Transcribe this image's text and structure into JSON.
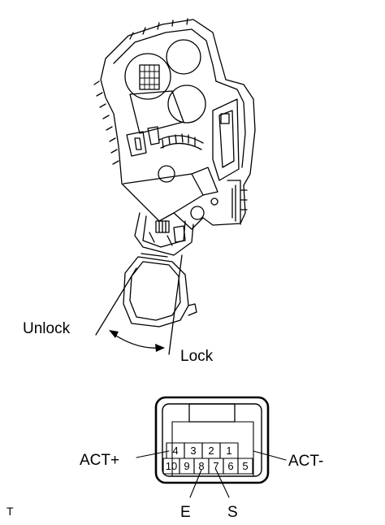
{
  "diagram": {
    "motion_labels": {
      "unlock": "Unlock",
      "lock": "Lock"
    },
    "connector": {
      "pins_top": [
        "4",
        "3",
        "2",
        "1"
      ],
      "pins_bottom": [
        "10",
        "9",
        "8",
        "7",
        "6",
        "5"
      ],
      "callouts": {
        "act_plus": "ACT+",
        "act_minus": "ACT-",
        "e": "E",
        "s": "S"
      }
    },
    "corner_mark": "T"
  }
}
